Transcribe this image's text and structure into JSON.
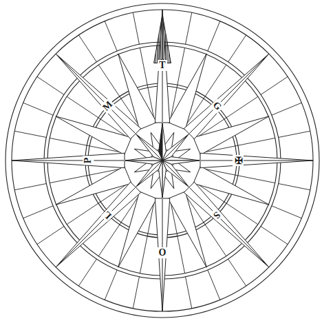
{
  "diagram": {
    "labels": [
      "T",
      "G",
      "✠",
      "S",
      "O",
      "L",
      "P",
      "M"
    ]
  }
}
